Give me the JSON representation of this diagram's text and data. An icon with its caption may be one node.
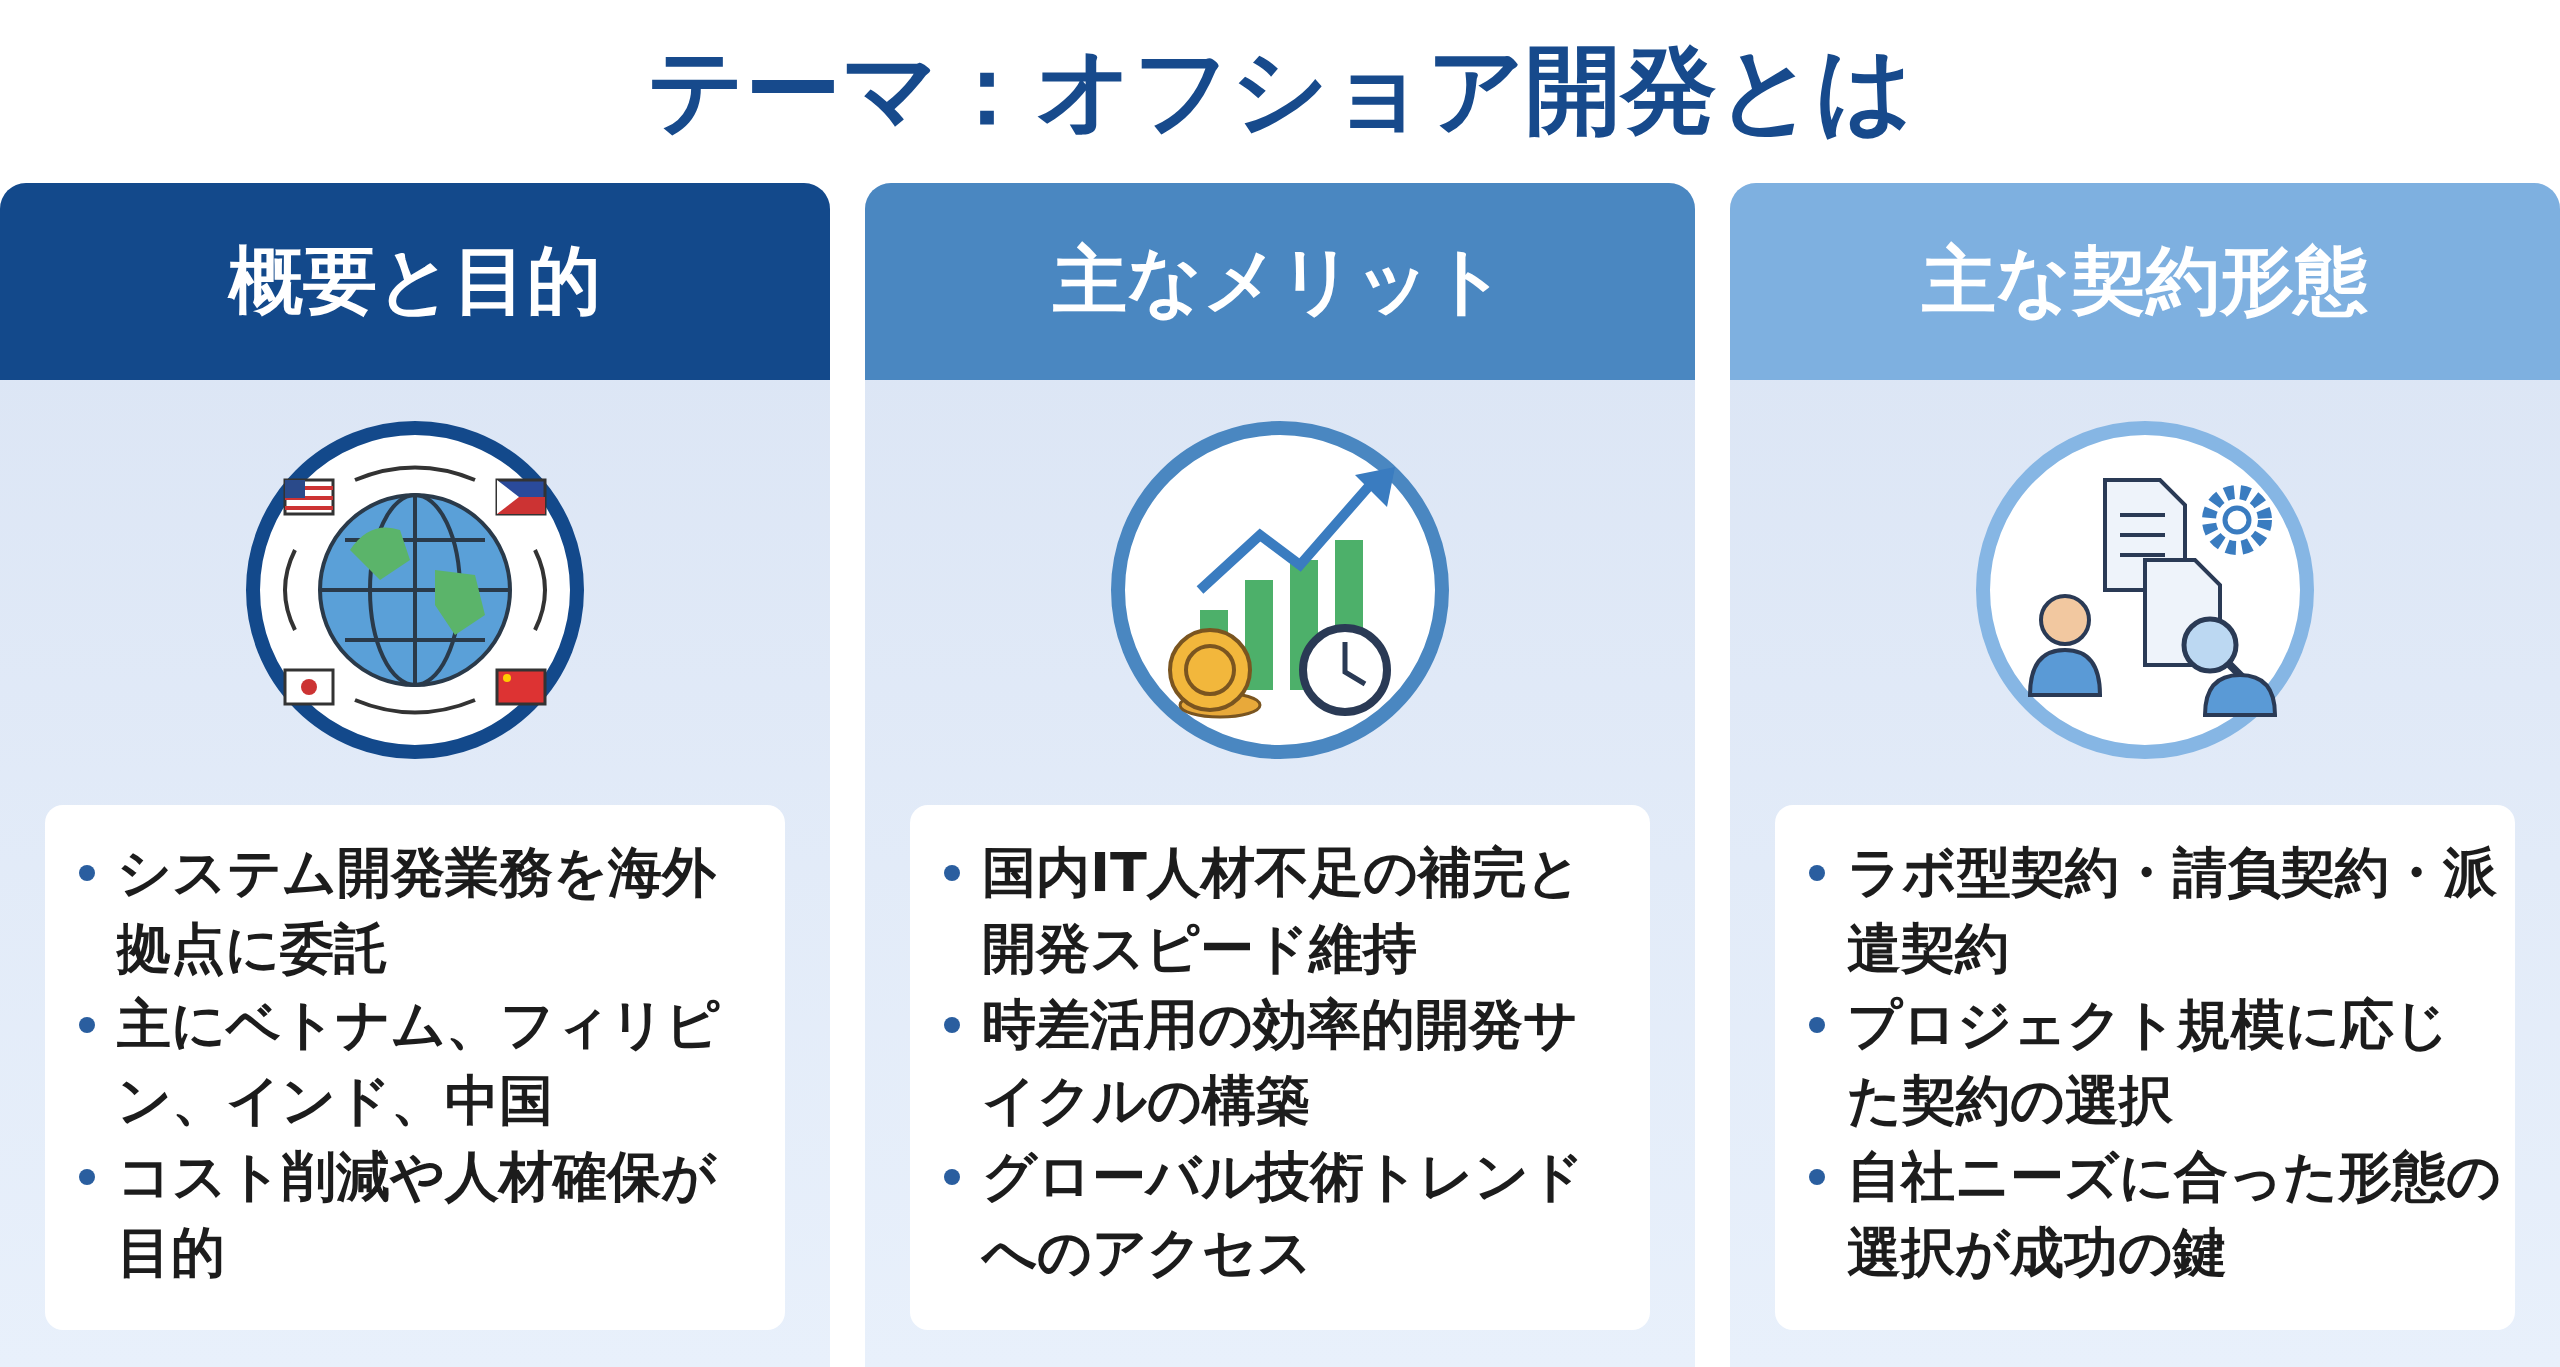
{
  "diagram": {
    "title": "テーマ：オフショア開発とは",
    "nodes": [
      {
        "text": [
          "概要と目的"
        ]
      },
      {
        "text": [
          "システム開発業務を海外拠点に委託",
          "主にベトナム、フィリピン、インド、中国",
          "コスト削減や人材確保が目的"
        ],
        "in": 0
      },
      {
        "text": [
          "主なメリット"
        ]
      },
      {
        "text": [
          "国内IT人材不足の補完と開発スピード維持",
          "時差活用の効率的開発サイクルの構築",
          "グローバル技術トレンドへのアクセス"
        ],
        "in": 2
      },
      {
        "text": [
          "主な契約形態"
        ]
      },
      {
        "text": [
          "ラボ型契約・請負契約・派遣契約",
          "プロジェクト規模に応じた契約の選択",
          "自社ニーズに合った形態の選択が成功の鍵"
        ],
        "in": 4
      }
    ]
  }
}
